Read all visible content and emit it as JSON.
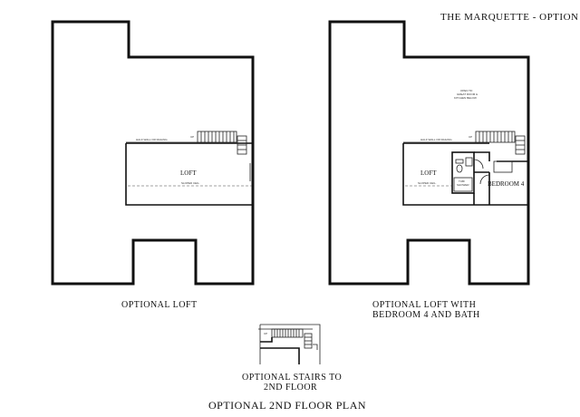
{
  "header": {
    "title": "THE MARQUETTE - OPTION"
  },
  "plan_left": {
    "caption": "OPTIONAL LOFT",
    "room_label": "LOFT",
    "rail_note": "HALF WALL OR RAILING",
    "lowered_ceiling_note": "SLOPED CEIL.",
    "stair_note": "UP"
  },
  "plan_right": {
    "caption_line1": "OPTIONAL LOFT WITH",
    "caption_line2": "BEDROOM 4 AND BATH",
    "open_note_line1": "OPEN TO",
    "open_note_line2": "GREAT ROOM &",
    "open_note_line3": "KITCHEN BELOW",
    "room_loft": "LOFT",
    "room_bedroom": "BEDROOM 4",
    "rail_note": "HALF WALL OR RAILING",
    "lowered_ceiling_note": "SLOPED CEIL.",
    "shower_note_line1": "TUB/",
    "shower_note_line2": "SHOWER",
    "stair_note": "UP"
  },
  "plan_stairs": {
    "caption_line1": "OPTIONAL STAIRS TO",
    "caption_line2": "2ND FLOOR",
    "stair_note": "UP"
  },
  "footer": {
    "title": "OPTIONAL 2ND FLOOR PLAN"
  }
}
